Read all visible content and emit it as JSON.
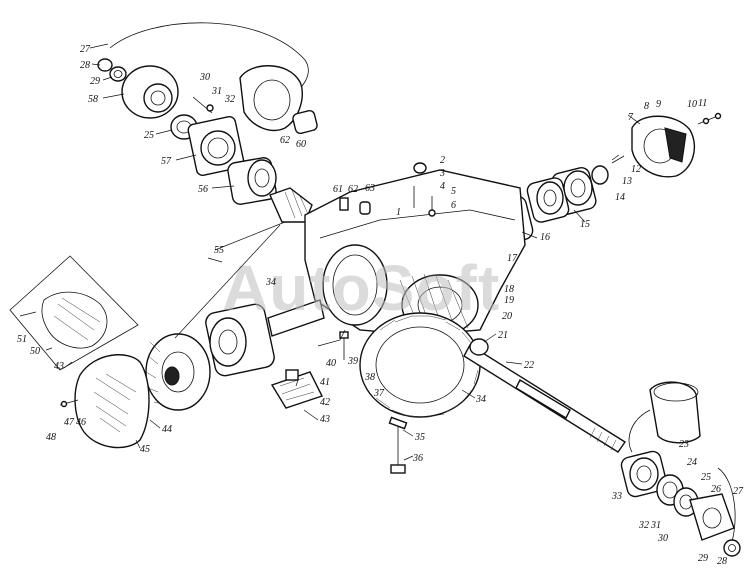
{
  "watermark": "AutoSoft",
  "callouts": [
    "1",
    "2",
    "3",
    "4",
    "5",
    "6",
    "7",
    "8",
    "9",
    "10",
    "11",
    "12",
    "13",
    "14",
    "15",
    "16",
    "17",
    "18",
    "19",
    "20",
    "21",
    "22",
    "23",
    "24",
    "25",
    "26",
    "27",
    "28",
    "29",
    "30",
    "31",
    "32",
    "33",
    "34",
    "35",
    "36",
    "37",
    "38",
    "39",
    "40",
    "41",
    "42",
    "43",
    "44",
    "45",
    "46",
    "47",
    "48",
    "50",
    "51",
    "55",
    "56",
    "57",
    "58",
    "60",
    "61",
    "62",
    "63"
  ]
}
